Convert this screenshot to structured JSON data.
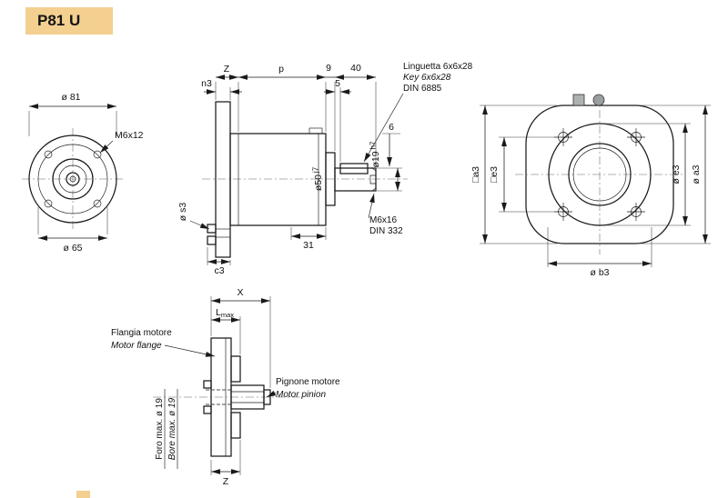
{
  "title": "P81 U",
  "colors": {
    "title_bg": "#f3cf90",
    "ink": "#1a1a1a"
  },
  "front_view": {
    "dia_outer": "ø 81",
    "bolt_note": "M6x12",
    "dia_bolt_circle": "ø 65"
  },
  "section_view": {
    "dim_z": "Z",
    "dim_p": "p",
    "dim_9": "9",
    "dim_40": "40",
    "dim_5": "5",
    "dim_n3": "n3",
    "dim_s3": "ø s3",
    "dim_c3": "c3",
    "dim_31": "31",
    "dim_6": "6",
    "dia_body": "ø50",
    "dia_body_tol": "j7",
    "dia_shaft": "ø19",
    "dia_shaft_tol": "h7",
    "key_note_it": "Linguetta 6x6x28",
    "key_note_en": "Key 6x6x28",
    "key_note_din": "DIN 6885",
    "tap_note": "M6x16",
    "tap_note_din": "DIN 332"
  },
  "rear_view": {
    "dim_sq_a3": "□a3",
    "dim_sq_e3": "□e3",
    "dim_dia_e3": "ø e3",
    "dim_dia_a3": "ø a3",
    "dim_dia_b3": "ø b3"
  },
  "flange_view": {
    "dim_x": "X",
    "dim_l": "L",
    "dim_l_sub": "max",
    "dim_z": "Z",
    "flange_label_it": "Flangia motore",
    "flange_label_en": "Motor flange",
    "pinion_label_it": "Pignone motore",
    "pinion_label_en": "Motor pinion",
    "bore_label_it": "Foro max. ø 19",
    "bore_label_en": "Bore max. ø 19"
  }
}
